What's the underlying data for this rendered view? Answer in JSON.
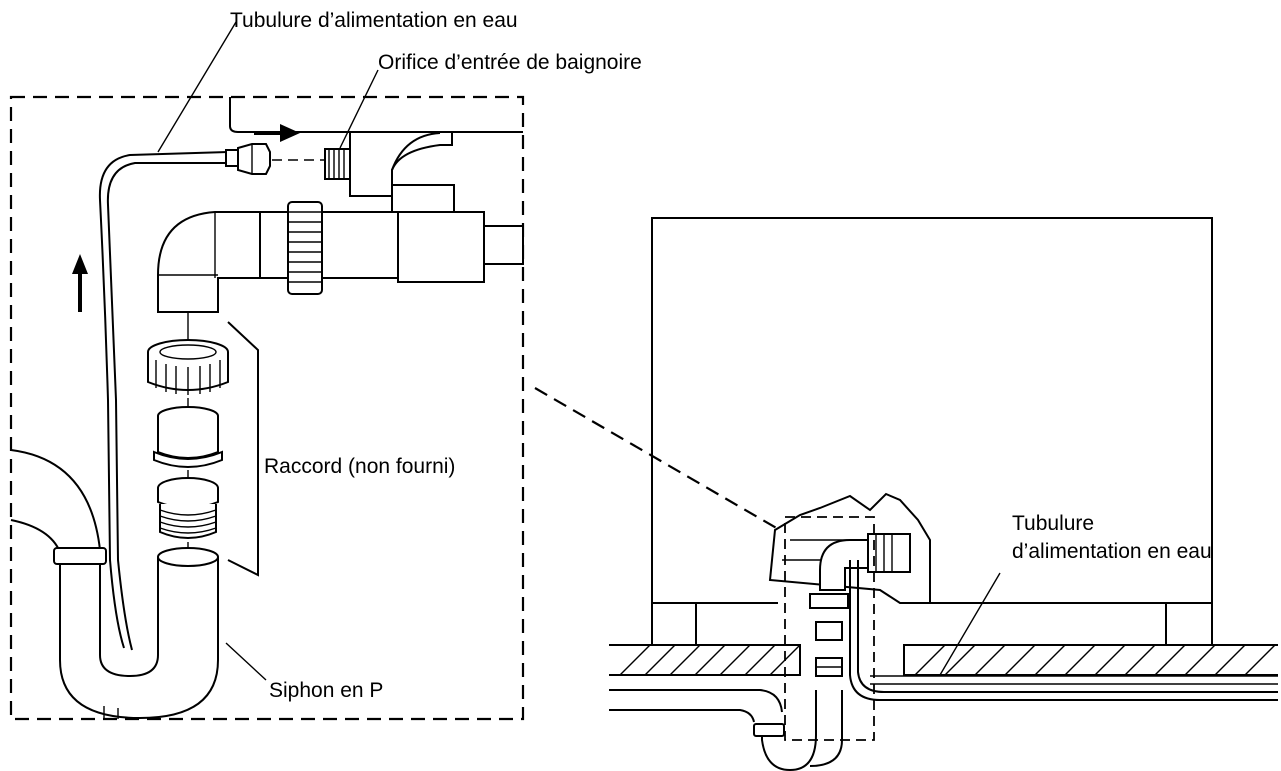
{
  "labels": {
    "supply_tube_top": "Tubulure d’alimentation en eau",
    "tub_inlet": "Orifice d’entrée de baignoire",
    "fitting": "Raccord (non fourni)",
    "p_trap": "Siphon en P",
    "supply_tube_right_line1": "Tubulure",
    "supply_tube_right_line2": "d’alimentation en eau"
  },
  "icons": {
    "flow_arrow_right": "arrow-right-icon",
    "flow_arrow_up": "arrow-up-icon"
  }
}
